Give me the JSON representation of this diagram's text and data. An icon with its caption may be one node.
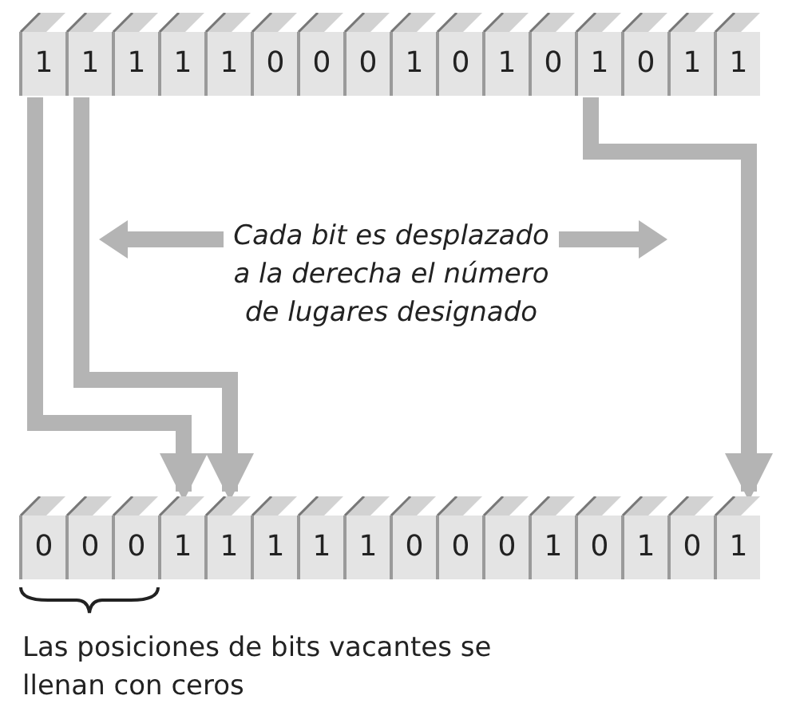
{
  "diagram": {
    "nodes": [
      {
        "text": [
          "1"
        ]
      },
      {
        "text": [
          "1"
        ]
      },
      {
        "text": [
          "1"
        ]
      },
      {
        "text": [
          "1"
        ]
      },
      {
        "text": [
          "1"
        ]
      },
      {
        "text": [
          "0"
        ]
      },
      {
        "text": [
          "0"
        ]
      },
      {
        "text": [
          "0"
        ]
      },
      {
        "text": [
          "1"
        ]
      },
      {
        "text": [
          "0"
        ]
      },
      {
        "text": [
          "1"
        ]
      },
      {
        "text": [
          "0"
        ]
      },
      {
        "text": [
          "1"
        ]
      },
      {
        "text": [
          "0"
        ]
      },
      {
        "text": [
          "1"
        ]
      },
      {
        "text": [
          "1"
        ]
      },
      {
        "text": [
          "0"
        ]
      },
      {
        "text": [
          "0"
        ]
      },
      {
        "text": [
          "0"
        ]
      },
      {
        "text": [
          "1"
        ]
      },
      {
        "text": [
          "1"
        ]
      },
      {
        "text": [
          "1"
        ]
      },
      {
        "text": [
          "1"
        ]
      },
      {
        "text": [
          "1"
        ]
      },
      {
        "text": [
          "0"
        ]
      },
      {
        "text": [
          "0"
        ]
      },
      {
        "text": [
          "0"
        ]
      },
      {
        "text": [
          "1"
        ]
      },
      {
        "text": [
          "0"
        ]
      },
      {
        "text": [
          "1"
        ]
      },
      {
        "text": [
          "0"
        ]
      },
      {
        "text": [
          "1"
        ]
      }
    ],
    "edges": [
      {
        "from": 0,
        "to": 19,
        "arrow": "to"
      },
      {
        "from": 1,
        "to": 20,
        "arrow": "to"
      },
      {
        "from": 12,
        "to": 31,
        "arrow": "to"
      }
    ],
    "labels": [
      "Cada bit es desplazado a la derecha el número de lugares designado",
      "Las posiciones de bits vacantes se llenan con ceros"
    ]
  }
}
